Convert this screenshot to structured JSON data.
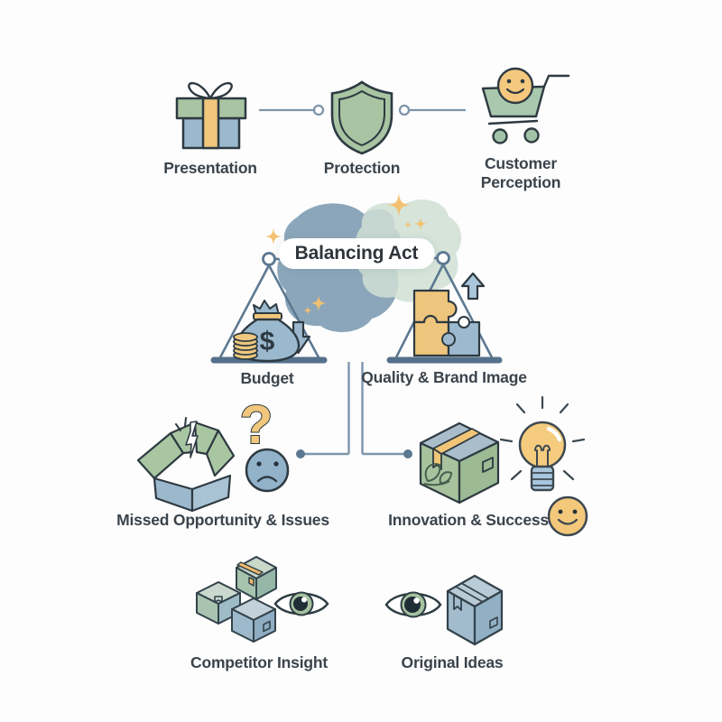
{
  "center": {
    "label": "Balancing Act"
  },
  "top_row": {
    "items": [
      {
        "id": "presentation",
        "label": "Presentation",
        "icon": "gift-icon"
      },
      {
        "id": "protection",
        "label": "Protection",
        "icon": "shield-icon"
      },
      {
        "id": "customer-perception",
        "label": "Customer Perception",
        "icon": "shopping-cart-icon"
      }
    ]
  },
  "scale": {
    "left": {
      "label": "Budget",
      "icons": [
        "money-bag-icon",
        "coins-icon",
        "down-arrow-icon"
      ]
    },
    "right": {
      "label": "Quality & Brand Image",
      "icons": [
        "puzzle-icon",
        "up-arrow-icon"
      ]
    }
  },
  "outcomes": {
    "negative": {
      "label": "Missed Opportunity & Issues",
      "icons": [
        "broken-box-icon",
        "question-mark-icon",
        "sad-face-icon"
      ]
    },
    "positive": {
      "label": "Innovation & Success",
      "icons": [
        "eco-box-icon",
        "lightbulb-icon",
        "happy-face-icon"
      ]
    }
  },
  "bottom_row": {
    "items": [
      {
        "id": "competitor-insight",
        "label": "Competitor Insight",
        "icons": [
          "boxes-cluster-icon",
          "eye-icon"
        ]
      },
      {
        "id": "original-ideas",
        "label": "Original Ideas",
        "icons": [
          "eye-icon",
          "box-icon"
        ]
      }
    ]
  },
  "glyphs": {
    "question_mark": "?",
    "dollar_sign": "$"
  },
  "colors": {
    "background": "#fdfdfd",
    "outline": "#2e3a42",
    "green": "#a8c4a2",
    "blue": "#9bb9ce",
    "yellow": "#f0c77c",
    "connector": "#7d95ab",
    "scale": "#5c7992",
    "cloud_blue": "#8ba6ba",
    "cloud_green": "#cfdfd4",
    "text": "#3b434b"
  }
}
